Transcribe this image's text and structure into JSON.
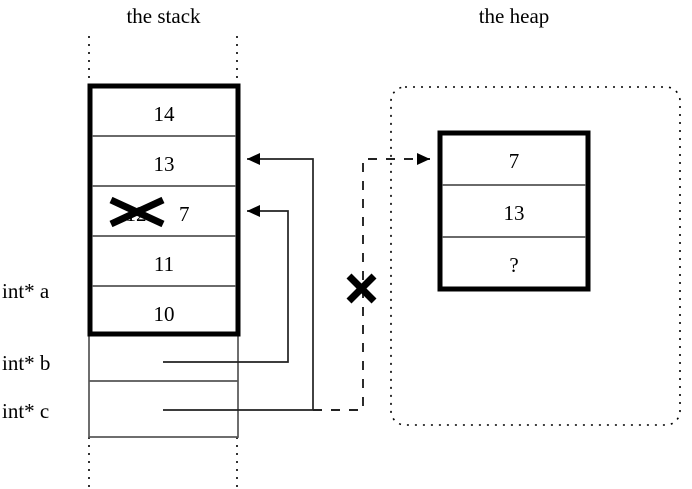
{
  "titles": {
    "stack": "the stack",
    "heap": "the heap"
  },
  "stack": {
    "cells": [
      {
        "value": "14",
        "struck": false
      },
      {
        "value": "13",
        "struck": false
      },
      {
        "value": "12",
        "struck": true,
        "replacement": "7"
      },
      {
        "value": "11",
        "struck": false
      },
      {
        "value": "10",
        "struck": false
      }
    ],
    "variables": [
      {
        "label": "int* a"
      },
      {
        "label": "int* b"
      },
      {
        "label": "int* c"
      }
    ]
  },
  "heap": {
    "cells": [
      {
        "value": "7"
      },
      {
        "value": "13"
      },
      {
        "value": "?"
      }
    ]
  },
  "marks": {
    "strike_symbol": "cross-out-x",
    "broken_pointer_symbol": "cross-out-x"
  },
  "colors": {
    "ink": "#000000",
    "background": "#ffffff",
    "thin_rule": "#555555"
  }
}
